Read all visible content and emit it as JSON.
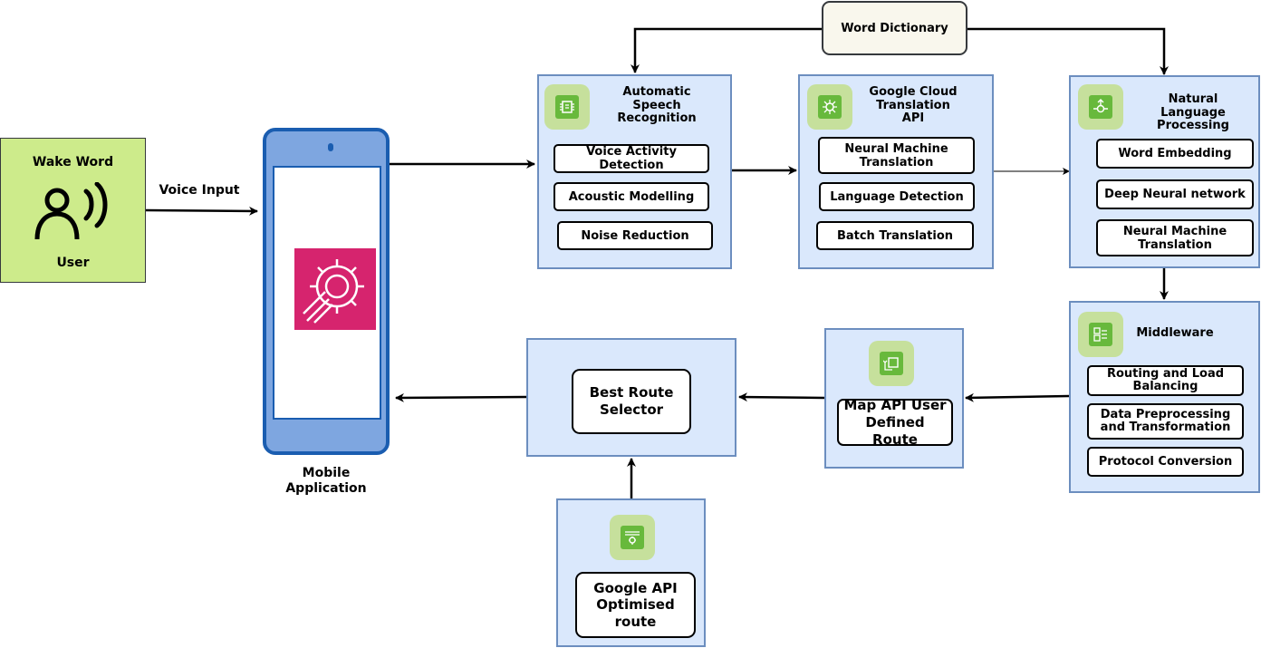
{
  "user_box": {
    "title": "Wake Word",
    "caption": "User",
    "icon": "user-voice-icon"
  },
  "edge_labels": {
    "voice_input": "Voice Input"
  },
  "mobile": {
    "label": "Mobile Application",
    "icon": "gear-speed-icon",
    "icon_color": "#d6246e"
  },
  "word_dictionary": {
    "label": "Word Dictionary"
  },
  "asr": {
    "title": "Automatic Speech Recognition",
    "icon": "chip-icon",
    "items": [
      "Voice Activity Detection",
      "Acoustic Modelling",
      "Noise Reduction"
    ]
  },
  "gct": {
    "title": "Google Cloud Translation API",
    "icon": "network-node-icon",
    "items": [
      "Neural Machine Translation",
      "Language Detection",
      "Batch Translation"
    ]
  },
  "nlp": {
    "title": "Natural Language Processing",
    "icon": "tree-node-icon",
    "items": [
      "Word Embedding",
      "Deep Neural network",
      "Neural Machine Translation"
    ]
  },
  "middleware": {
    "title": "Middleware",
    "icon": "middleware-icon",
    "items": [
      "Routing and Load Balancing",
      "Data Preprocessing and Transformation",
      "Protocol Conversion"
    ]
  },
  "map_api": {
    "label": "Map API User Defined Route",
    "icon": "map-terminal-icon"
  },
  "best_route": {
    "label": "Best Route Selector"
  },
  "google_api": {
    "label": "Google API Optimised route",
    "icon": "route-service-icon"
  },
  "colors": {
    "panel_fill": "#dae8fc",
    "panel_border": "#6c8ebf",
    "user_fill": "#cdeb8b",
    "user_border": "#36393d",
    "phone_body": "#7ea6e0",
    "phone_border": "#1a5db0",
    "icon_bg": "#c6e09c",
    "icon_fg": "#68b93c"
  }
}
